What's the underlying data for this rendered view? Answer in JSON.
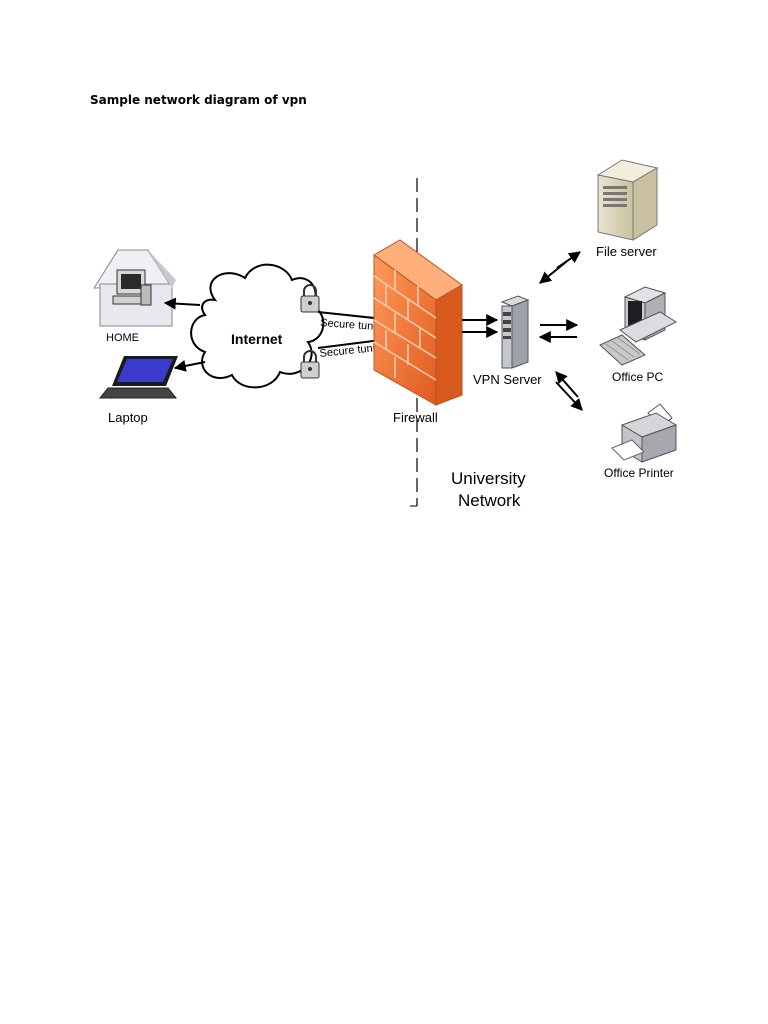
{
  "document": {
    "title": "Sample network diagram of vpn"
  },
  "diagram": {
    "labels": {
      "home": "HOME",
      "laptop": "Laptop",
      "internet": "Internet",
      "tunnel_1": "Secure tunnel",
      "tunnel_2": "Secure tunnel",
      "firewall": "Firewall",
      "vpn_server": "VPN Server",
      "file_server": "File server",
      "office_pc": "Office PC",
      "office_printer": "Office Printer",
      "network_line1": "University",
      "network_line2": "Network"
    },
    "colors": {
      "firewall_orange": "#f07a3a",
      "laptop_screen": "#3a3acc",
      "server_gray": "#b8bcc2",
      "house_wall": "#e8e8ee",
      "house_chimney": "#d03030"
    },
    "icons": [
      "house-icon",
      "laptop-icon",
      "cloud-icon",
      "padlock-icon",
      "firewall-icon",
      "server-tower-icon",
      "file-server-icon",
      "desktop-pc-icon",
      "printer-icon"
    ]
  }
}
